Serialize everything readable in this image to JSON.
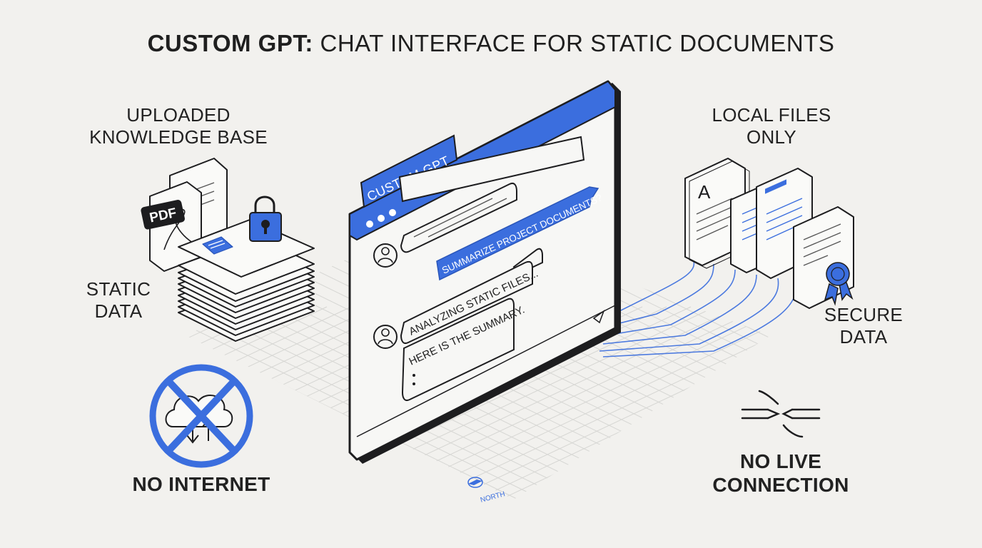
{
  "title": {
    "bold": "CUSTOM GPT:",
    "rest": " CHAT INTERFACE FOR STATIC DOCUMENTS"
  },
  "left": {
    "knowledge_label": [
      "UPLOADED",
      "KNOWLEDGE BASE"
    ],
    "pdf_tag": "PDF",
    "static_label": [
      "STATIC",
      "DATA"
    ],
    "no_internet_label": "NO INTERNET"
  },
  "center": {
    "tab_label": "CUSTOM GPT",
    "user_message": "SUMMARIZE PROJECT DOCUMENTS?",
    "analyzing_message": "ANALYZING STATIC FILES...",
    "summary_message": "HERE IS THE SUMMARY.",
    "compass_label": "NORTH"
  },
  "right": {
    "local_label": [
      "LOCAL FILES",
      "ONLY"
    ],
    "doc_letter": "A",
    "secure_label": [
      "SECURE",
      "DATA"
    ],
    "no_live_label": [
      "NO LIVE",
      "CONNECTION"
    ]
  },
  "colors": {
    "accent": "#3b6ede",
    "ink": "#1d1d1f",
    "paper": "#f2f1ee"
  }
}
